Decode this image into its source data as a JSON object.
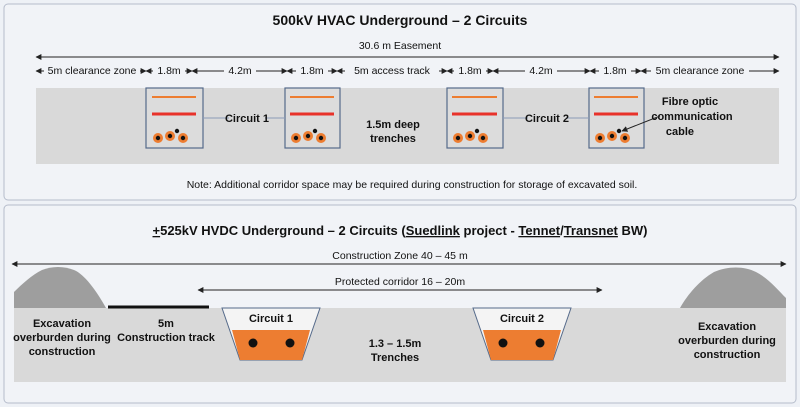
{
  "hvac": {
    "title": "500kV HVAC Underground – 2 Circuits",
    "easement_label": "30.6 m Easement",
    "dims": {
      "clearance_left": "5m clearance zone",
      "trench_w1": "1.8m",
      "gap1": "4.2m",
      "trench_w2": "1.8m",
      "access": "5m access track",
      "trench_w3": "1.8m",
      "gap2": "4.2m",
      "trench_w4": "1.8m",
      "clearance_right": "5m clearance zone"
    },
    "circuit1": "Circuit 1",
    "circuit2": "Circuit 2",
    "depth_line1": "1.5m deep",
    "depth_line2": "trenches",
    "fibre_line1": "Fibre optic",
    "fibre_line2": "communication",
    "fibre_line3": "cable",
    "note": "Note: Additional corridor space may be required during construction for storage of excavated soil."
  },
  "hvdc": {
    "title_prefix": "+",
    "title_mid": "525kV HVDC Underground – 2 Circuits (",
    "title_suedlink": "Suedlink",
    "title_sep1": " project - ",
    "title_tennet": "Tennet",
    "title_sep2": "/",
    "title_transnet": "Transnet",
    "title_end": " BW)",
    "construction_zone": "Construction Zone 40 – 45 m",
    "protected_corridor": "Protected corridor 16 – 20m",
    "circuit1": "Circuit 1",
    "circuit2": "Circuit 2",
    "left_line1": "Excavation",
    "left_line2": "overburden during",
    "left_line3": "construction",
    "track_line1": "5m",
    "track_line2": "Construction track",
    "trench_line1": "1.3 – 1.5m",
    "trench_line2": "Trenches",
    "right_line1": "Excavation",
    "right_line2": "overburden during",
    "right_line3": "construction"
  },
  "colors": {
    "ground": "#d9d9d9",
    "cable_orange": "#ed7d31",
    "cable_red": "#e8322a",
    "trench_border": "#556a8a"
  }
}
